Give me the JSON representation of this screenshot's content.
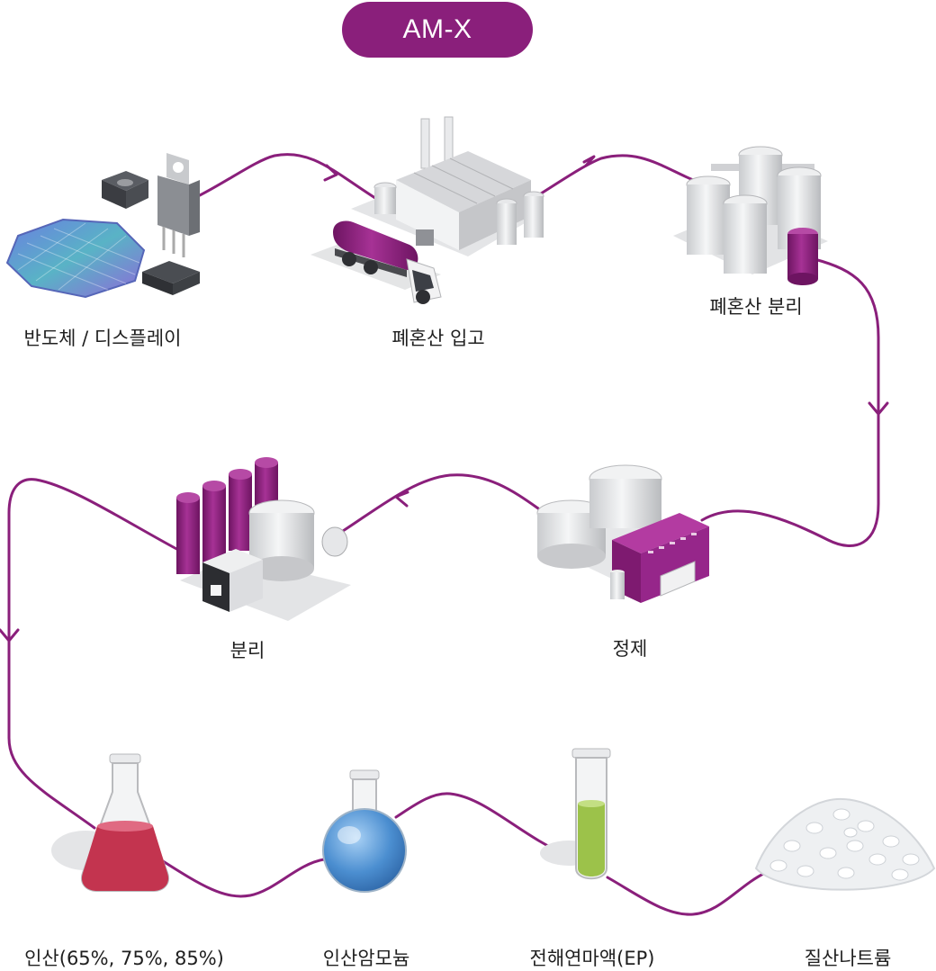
{
  "header": {
    "title": "AM-X"
  },
  "steps": [
    {
      "label": "반도체 / 디스플레이"
    },
    {
      "label": "폐혼산 입고"
    },
    {
      "label": "폐혼산 분리"
    },
    {
      "label": "정제"
    },
    {
      "label": "분리"
    }
  ],
  "products": [
    {
      "label": "인산(65%, 75%, 85%)"
    },
    {
      "label": "인산암모늄"
    },
    {
      "label": "전해연마액(EP)"
    },
    {
      "label": "질산나트륨"
    }
  ],
  "colors": {
    "accent": "#8a1f7b",
    "flow_line": "#8a1f7b",
    "flask_red": "#c3344f",
    "flask_blue": "#4b8ed0",
    "tube_green": "#9cc24a"
  }
}
